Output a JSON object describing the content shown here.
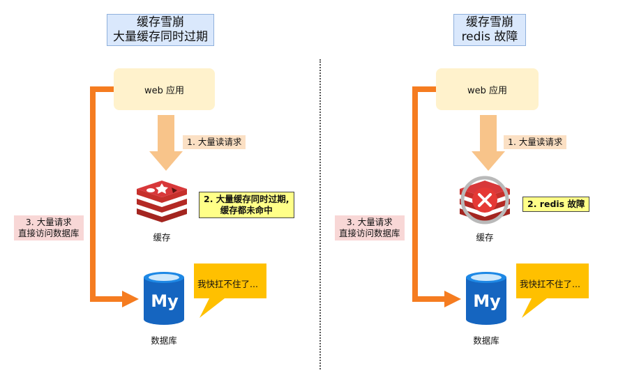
{
  "left": {
    "title_line1": "缓存雪崩",
    "title_line2": "大量缓存同时过期",
    "web_label": "web 应用",
    "step1_label": "1. 大量读请求",
    "step2_line1": "2. 大量缓存同时过期,",
    "step2_line2": "缓存都未命中",
    "step3_line1": "3. 大量请求",
    "step3_line2": "直接访问数据库",
    "cache_label": "缓存",
    "db_label": "数据库",
    "bubble_text": "我快扛不住了...",
    "db_logo_text": "My"
  },
  "right": {
    "title_line1": "缓存雪崩",
    "title_line2": "redis 故障",
    "web_label": "web 应用",
    "step1_label": "1. 大量读请求",
    "step2_label": "2. redis 故障",
    "step3_line1": "3. 大量请求",
    "step3_line2": "直接访问数据库",
    "cache_label": "缓存",
    "db_label": "数据库",
    "bubble_text": "我快扛不住了...",
    "db_logo_text": "My"
  },
  "colors": {
    "flow_arrow": "#f57c20",
    "read_arrow": "#f8c48a",
    "redis_red": "#c6302b",
    "db_blue": "#1565c0",
    "bubble_yellow": "#ffc000",
    "error_red": "#e53935"
  },
  "icons": [
    "redis-logo-icon",
    "redis-error-icon",
    "mysql-database-icon",
    "speech-bubble-icon"
  ]
}
